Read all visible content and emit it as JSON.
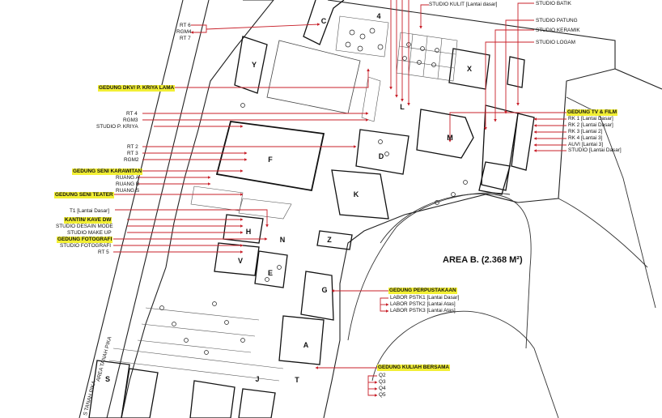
{
  "area_label": "AREA B. (2.368 M²)",
  "roads": {
    "left_road": "AREA TANAH PIKA",
    "bottom_road": "S TANAH PIKA"
  },
  "buildings": [
    "C",
    "4",
    "Y",
    "X",
    "L",
    "M",
    "F",
    "D",
    "K",
    "H",
    "N",
    "Z",
    "V",
    "E",
    "G",
    "A",
    "S",
    "J",
    "T"
  ],
  "labels_right": [
    {
      "text": "STUDIO KULIT [Lantai dasar]",
      "highlight": false
    },
    {
      "text": "STUDIO BATIK",
      "highlight": false
    },
    {
      "text": "STUDIO PATUNG",
      "highlight": false
    },
    {
      "text": "STUDIO KERAMIK",
      "highlight": false
    },
    {
      "text": "STUDIO LOGAM",
      "highlight": false
    },
    {
      "text": "GEDUNG TV & FILM",
      "highlight": true
    },
    {
      "text": "RK 1 [Lantai Dasar]",
      "highlight": false
    },
    {
      "text": "RK 2 [Lantai Dasar]",
      "highlight": false
    },
    {
      "text": "RK 3 [Lantai 2]",
      "highlight": false
    },
    {
      "text": "RK 4 [Lantai 3]",
      "highlight": false
    },
    {
      "text": "AUVI [Lantai 3]",
      "highlight": false
    },
    {
      "text": "STUDIO [Lantai Dasar]",
      "highlight": false
    },
    {
      "text": "GEDUNG PERPUSTAKAAN",
      "highlight": true
    },
    {
      "text": "LABOR PSTK1 [Lantai Dasar]",
      "highlight": false
    },
    {
      "text": "LABOR PSTK2 [Lantai Atas]",
      "highlight": false
    },
    {
      "text": "LABOR PSTK3 [Lantai Atas]",
      "highlight": false
    },
    {
      "text": "GEDUNG KULIAH BERSAMA",
      "highlight": true
    },
    {
      "text": "Q2",
      "highlight": false
    },
    {
      "text": "Q3",
      "highlight": false
    },
    {
      "text": "Q4",
      "highlight": false
    },
    {
      "text": "Q5",
      "highlight": false
    }
  ],
  "labels_left": [
    {
      "text": "RT 6",
      "highlight": false
    },
    {
      "text": "RGM4",
      "highlight": false
    },
    {
      "text": "RT 7",
      "highlight": false
    },
    {
      "text": "GEDUNG DKV/ P. KRIYA LAMA",
      "highlight": true
    },
    {
      "text": "RT 4",
      "highlight": false
    },
    {
      "text": "RGM3",
      "highlight": false
    },
    {
      "text": "STUDIO P. KRIYA",
      "highlight": false
    },
    {
      "text": "RT 2",
      "highlight": false
    },
    {
      "text": "RT 3",
      "highlight": false
    },
    {
      "text": "RGM2",
      "highlight": false
    },
    {
      "text": "GEDUNG SENI KARAWITAN",
      "highlight": true
    },
    {
      "text": "RUANG A",
      "highlight": false
    },
    {
      "text": "RUANG B",
      "highlight": false
    },
    {
      "text": "RUANG S",
      "highlight": false
    },
    {
      "text": "GEDUNG SENI TEATER",
      "highlight": true
    },
    {
      "text": "T1 [Lantai Dasar]",
      "highlight": false
    },
    {
      "text": "KANTIN/ KAVE DW",
      "highlight": true
    },
    {
      "text": "STUDIO DESAIN MODE",
      "highlight": false
    },
    {
      "text": "STUDIO MAKE UP",
      "highlight": false
    },
    {
      "text": "GEDUNG FOTOGRAFI",
      "highlight": true
    },
    {
      "text": "STUDIO FOTOGRAFI",
      "highlight": false
    },
    {
      "text": "RT 5",
      "highlight": false
    }
  ],
  "colors": {
    "leader": "#c8202a",
    "highlight": "#f2ef34",
    "line": "#222222",
    "light_line": "#888888"
  }
}
